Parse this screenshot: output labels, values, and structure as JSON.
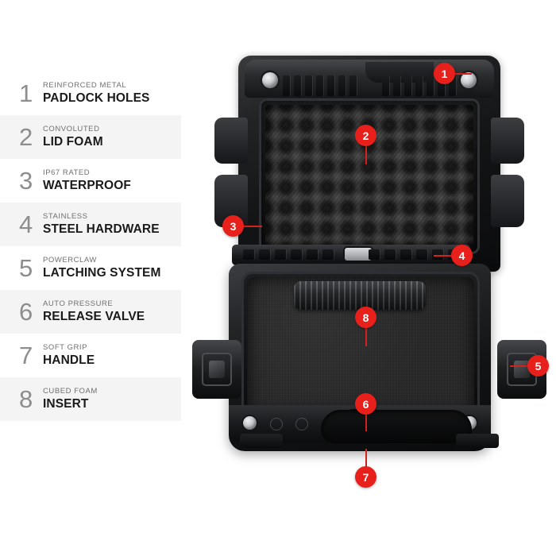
{
  "background_color": "#ffffff",
  "accent_color": "#e8201b",
  "legend": {
    "items": [
      {
        "num": "1",
        "subtitle": "REINFORCED METAL",
        "title": "PADLOCK HOLES"
      },
      {
        "num": "2",
        "subtitle": "CONVOLUTED",
        "title": "LID FOAM"
      },
      {
        "num": "3",
        "subtitle": "IP67 RATED",
        "title": "WATERPROOF"
      },
      {
        "num": "4",
        "subtitle": "STAINLESS",
        "title": "STEEL HARDWARE"
      },
      {
        "num": "5",
        "subtitle": "POWERCLAW",
        "title": "LATCHING SYSTEM"
      },
      {
        "num": "6",
        "subtitle": "AUTO PRESSURE",
        "title": "RELEASE VALVE"
      },
      {
        "num": "7",
        "subtitle": "SOFT GRIP",
        "title": "HANDLE"
      },
      {
        "num": "8",
        "subtitle": "CUBED FOAM",
        "title": "INSERT"
      }
    ]
  },
  "callouts": [
    {
      "num": "1",
      "target": "padlock-hole-right"
    },
    {
      "num": "2",
      "target": "lid-convoluted-foam"
    },
    {
      "num": "3",
      "target": "case-waterproof-wall"
    },
    {
      "num": "4",
      "target": "stainless-steel-hinge-hardware"
    },
    {
      "num": "5",
      "target": "powerclaw-latch-right"
    },
    {
      "num": "6",
      "target": "auto-pressure-release-valve"
    },
    {
      "num": "7",
      "target": "soft-grip-handle"
    },
    {
      "num": "8",
      "target": "cubed-foam-insert"
    }
  ],
  "product": {
    "name": "protective-hard-case",
    "lid_label": "case-lid-open",
    "base_label": "case-base"
  }
}
